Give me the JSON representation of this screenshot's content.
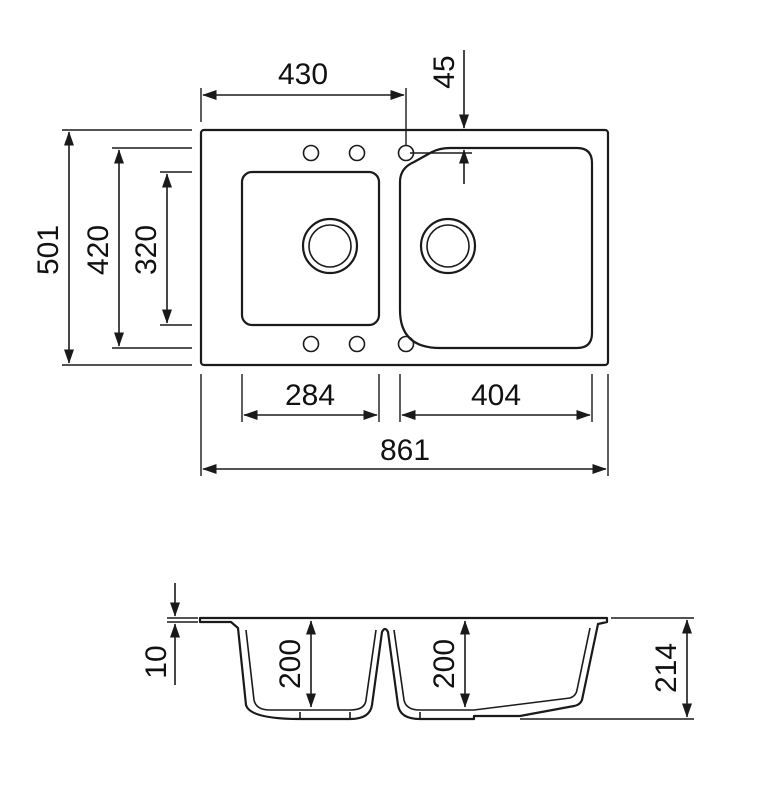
{
  "top_view": {
    "labels": {
      "overall_width": "861",
      "overall_depth": "501",
      "inner_depth": "420",
      "small_bowl_depth": "320",
      "tap_hole_offset": "430",
      "tap_hole_setback": "45",
      "small_bowl_width": "284",
      "large_bowl_width": "404"
    }
  },
  "side_view": {
    "labels": {
      "rim_thickness": "10",
      "small_bowl_height": "200",
      "large_bowl_height": "200",
      "total_height": "214"
    }
  }
}
